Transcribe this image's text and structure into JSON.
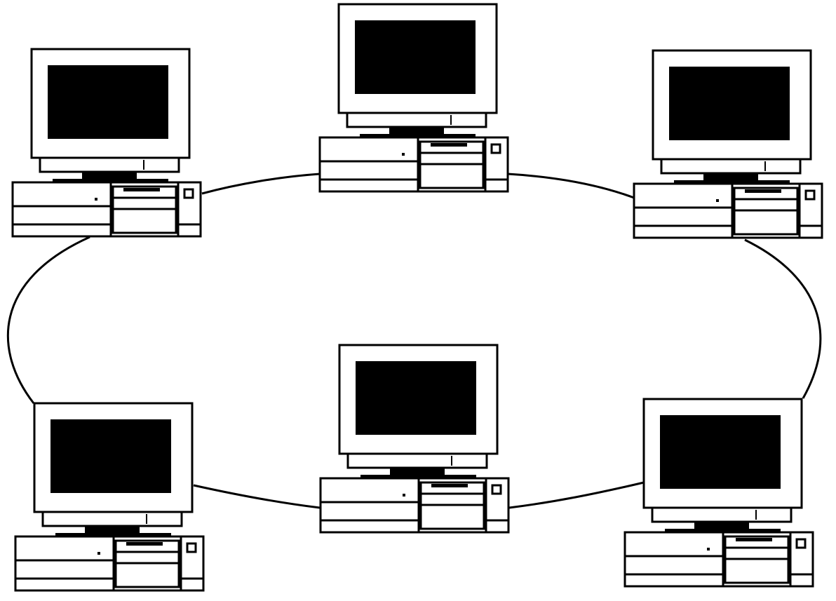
{
  "diagram": {
    "topology": "ring",
    "node_icon": "desktop-computer-icon",
    "nodes": [
      {
        "id": "computer-top-left"
      },
      {
        "id": "computer-top-center"
      },
      {
        "id": "computer-top-right"
      },
      {
        "id": "computer-bottom-right"
      },
      {
        "id": "computer-bottom-center"
      },
      {
        "id": "computer-bottom-left"
      }
    ],
    "links": [
      [
        "computer-top-left",
        "computer-top-center"
      ],
      [
        "computer-top-center",
        "computer-top-right"
      ],
      [
        "computer-top-right",
        "computer-bottom-right"
      ],
      [
        "computer-bottom-right",
        "computer-bottom-center"
      ],
      [
        "computer-bottom-center",
        "computer-bottom-left"
      ],
      [
        "computer-bottom-left",
        "computer-top-left"
      ]
    ],
    "colors": {
      "line": "#000000",
      "screen": "#000000",
      "background": "#ffffff"
    }
  }
}
